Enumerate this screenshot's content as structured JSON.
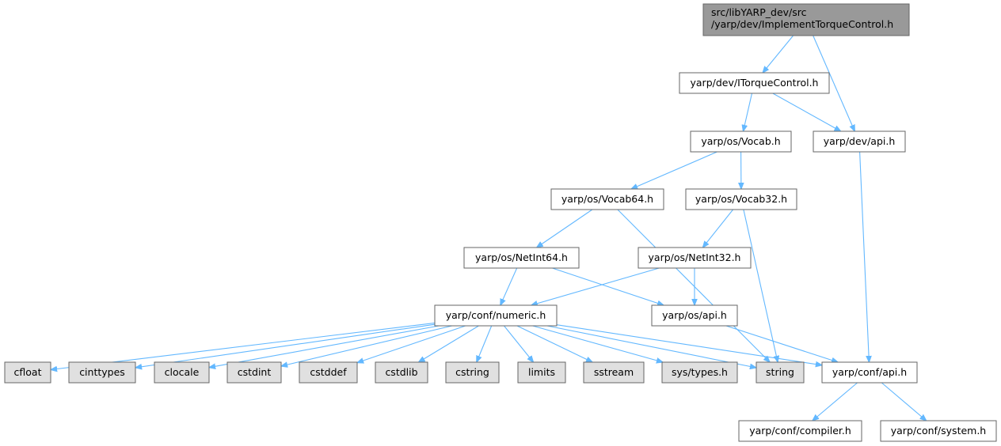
{
  "graph": {
    "root": {
      "line1": "src/libYARP_dev/src",
      "line2": "/yarp/dev/ImplementTorqueControl.h",
      "fill": "#999999"
    },
    "project_fill": "#ffffff",
    "system_fill": "#e0e0e0",
    "edge_color": "#63b8ff",
    "nodes": {
      "itorquecontrol": "yarp/dev/ITorqueControl.h",
      "dev_api": "yarp/dev/api.h",
      "vocab": "yarp/os/Vocab.h",
      "vocab64": "yarp/os/Vocab64.h",
      "vocab32": "yarp/os/Vocab32.h",
      "netint64": "yarp/os/NetInt64.h",
      "netint32": "yarp/os/NetInt32.h",
      "numeric": "yarp/conf/numeric.h",
      "os_api": "yarp/os/api.h",
      "conf_api": "yarp/conf/api.h",
      "compiler": "yarp/conf/compiler.h",
      "system": "yarp/conf/system.h",
      "cfloat": "cfloat",
      "cinttypes": "cinttypes",
      "clocale": "clocale",
      "cstdint": "cstdint",
      "cstddef": "cstddef",
      "cstdlib": "cstdlib",
      "cstring": "cstring",
      "limits": "limits",
      "sstream": "sstream",
      "systypes": "sys/types.h",
      "string": "string"
    },
    "system_headers": [
      "cfloat",
      "cinttypes",
      "clocale",
      "cstdint",
      "cstddef",
      "cstdlib",
      "cstring",
      "limits",
      "sstream",
      "systypes",
      "string"
    ],
    "edges": [
      [
        "root",
        "itorquecontrol"
      ],
      [
        "root",
        "dev_api"
      ],
      [
        "itorquecontrol",
        "vocab"
      ],
      [
        "itorquecontrol",
        "dev_api"
      ],
      [
        "dev_api",
        "conf_api"
      ],
      [
        "vocab",
        "vocab64"
      ],
      [
        "vocab",
        "vocab32"
      ],
      [
        "vocab64",
        "netint64"
      ],
      [
        "vocab64",
        "string"
      ],
      [
        "vocab32",
        "netint32"
      ],
      [
        "vocab32",
        "string"
      ],
      [
        "netint64",
        "numeric"
      ],
      [
        "netint64",
        "os_api"
      ],
      [
        "netint32",
        "numeric"
      ],
      [
        "netint32",
        "os_api"
      ],
      [
        "os_api",
        "conf_api"
      ],
      [
        "numeric",
        "cfloat"
      ],
      [
        "numeric",
        "cinttypes"
      ],
      [
        "numeric",
        "clocale"
      ],
      [
        "numeric",
        "cstdint"
      ],
      [
        "numeric",
        "cstddef"
      ],
      [
        "numeric",
        "cstdlib"
      ],
      [
        "numeric",
        "cstring"
      ],
      [
        "numeric",
        "limits"
      ],
      [
        "numeric",
        "sstream"
      ],
      [
        "numeric",
        "systypes"
      ],
      [
        "numeric",
        "string"
      ],
      [
        "numeric",
        "conf_api"
      ],
      [
        "conf_api",
        "compiler"
      ],
      [
        "conf_api",
        "system"
      ]
    ]
  }
}
